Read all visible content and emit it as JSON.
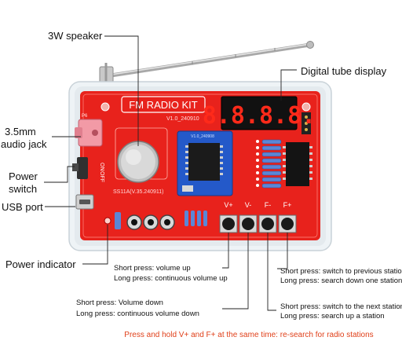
{
  "board": {
    "title": "FM RADIO KIT",
    "version": "V1.0_240910",
    "module_version": "V1.0_240908",
    "silk_code": "SS11A(V.35.240911)",
    "switch_on": "ON",
    "switch_off": "OFF",
    "display_digits": "8.8.8.8."
  },
  "labels": {
    "speaker": "3W speaker",
    "display": "Digital tube display",
    "audio_jack": "3.5mm\naudio jack",
    "power_switch": "Power\nswitch",
    "usb_port": "USB port",
    "power_indicator": "Power indicator"
  },
  "buttons": {
    "vplus": "V+",
    "vminus": "V-",
    "fminus": "F-",
    "fplus": "F+"
  },
  "notes": {
    "vplus_short": "Short press: volume up",
    "vplus_long": "Long press: continuous volume up",
    "vminus_short": "Short press: Volume down",
    "vminus_long": "Long press: continuous volume down",
    "fminus_short": "Short press: switch to previous station",
    "fminus_long": "Long press: search down one station",
    "fplus_short": "Short press: switch to the next station",
    "fplus_long": "Long press: search up a station",
    "footer": "Press and hold V+ and F+ at the same time: re-search for radio stations"
  },
  "colors": {
    "pcb": "#e8221c",
    "footer": "#e0401a"
  }
}
